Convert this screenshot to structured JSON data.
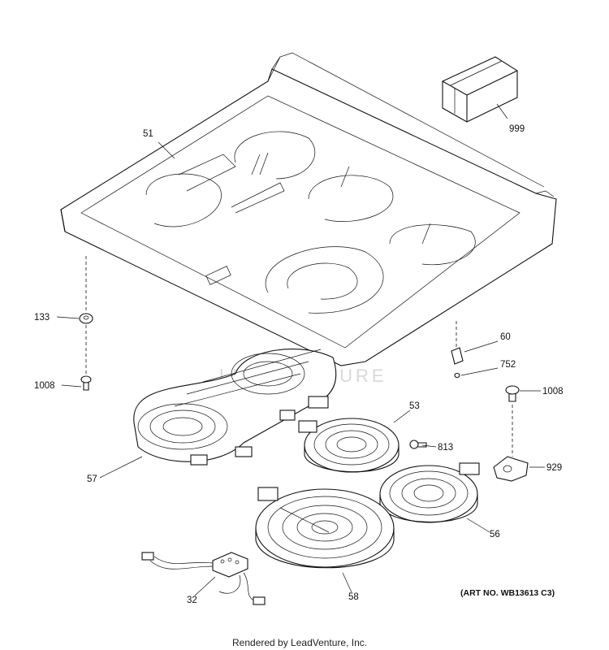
{
  "labels": {
    "cooktop_glass": "51",
    "shipping_box": "999",
    "grommet": "133",
    "screw_left": "1008",
    "bracket": "60",
    "small_screw": "752",
    "screw_right": "1008",
    "right_rear_element": "53",
    "connector_screw": "813",
    "dual_element": "57",
    "clip": "929",
    "right_front_element": "56",
    "harness": "32",
    "left_front_element": "58"
  },
  "art_number": "(ART NO. WB13613 C3)",
  "footer": "Rendered by LeadVenture, Inc.",
  "watermark": "LEADVENTURE"
}
